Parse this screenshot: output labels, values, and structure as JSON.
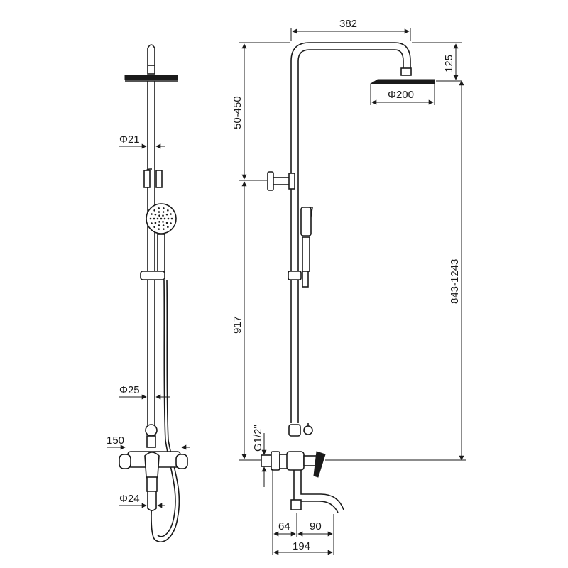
{
  "dimensions": {
    "top_width": "382",
    "head_height": "125",
    "head_diameter": "Φ200",
    "upper_adjust": "50-450",
    "lower_height": "917",
    "total_height": "843-1243",
    "thread": "G1/2\"",
    "spout_a": "64",
    "spout_b": "90",
    "spout_total": "194",
    "pipe_upper_diameter": "Φ21",
    "pipe_lower_diameter": "Φ25",
    "valve_spacing": "150",
    "spout_diameter": "Φ24"
  },
  "colors": {
    "line": "#1a1a1a",
    "background": "#ffffff"
  }
}
